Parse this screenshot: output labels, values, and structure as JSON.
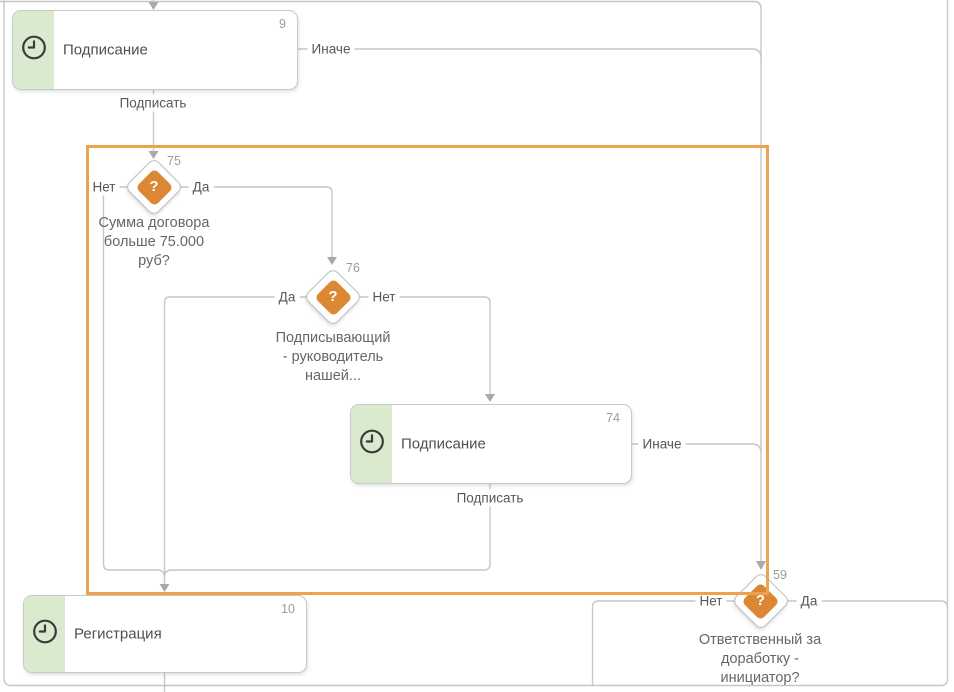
{
  "diagram": {
    "nodes": {
      "task9": {
        "id": "9",
        "label": "Подписание",
        "icon": "clock-icon"
      },
      "task74": {
        "id": "74",
        "label": "Подписание",
        "icon": "clock-icon"
      },
      "task10": {
        "id": "10",
        "label": "Регистрация",
        "icon": "clock-icon"
      },
      "gateway75": {
        "id": "75",
        "symbol": "?",
        "question": "Сумма договора\nбольше 75.000\nруб?"
      },
      "gateway76": {
        "id": "76",
        "symbol": "?",
        "question": "Подписывающий\n- руководитель\nнашей..."
      },
      "gateway59": {
        "id": "59",
        "symbol": "?",
        "question": "Ответственный за\nдоработку -\nинициатор?"
      }
    },
    "edge_labels": {
      "e9_otherwise": "Иначе",
      "e9_sign": "Подписать",
      "e75_no": "Нет",
      "e75_yes": "Да",
      "e76_yes": "Да",
      "e76_no": "Нет",
      "e74_sign": "Подписать",
      "e74_otherwise": "Иначе",
      "e59_no": "Нет",
      "e59_yes": "Да"
    },
    "colors": {
      "gateway_fill": "#db8733",
      "selection_border": "#eca34f",
      "task_accent": "#d9eacf",
      "connector": "#c6c6c6"
    }
  }
}
